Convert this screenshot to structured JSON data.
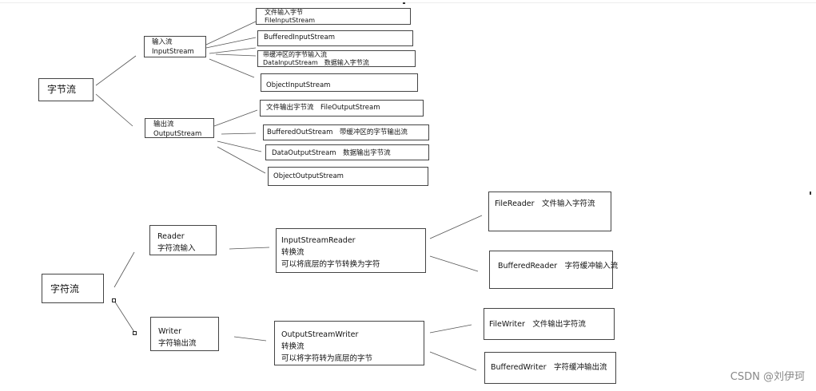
{
  "diagram": {
    "byte_stream": {
      "root": "字节流",
      "input": {
        "line1": "输入流",
        "line2": "InputStream"
      },
      "input_children": [
        {
          "line1": "文件输入字节",
          "line2": "FileInputStream"
        },
        {
          "line1": "BufferedInputStream"
        },
        {
          "line1": "带缓冲区的字节输入流",
          "line2": "DataInputStream　数据输入字节流"
        },
        {
          "line1": "ObjectInputStream"
        }
      ],
      "output": {
        "line1": "输出流",
        "line2": "OutputStream"
      },
      "output_children": [
        {
          "line1": "文件输出字节流　FileOutputStream"
        },
        {
          "line1": "BufferedOutStream　带缓冲区的字节输出流"
        },
        {
          "line1": "DataOutputStream　数据输出字节流"
        },
        {
          "line1": "ObjectOutputStream"
        }
      ]
    },
    "char_stream": {
      "root": "字符流",
      "reader": {
        "line1": "Reader",
        "line2": "字符流输入"
      },
      "reader_converter": {
        "line1": "InputStreamReader",
        "line2": "转换流",
        "line3": "可以将底层的字节转换为字符"
      },
      "reader_children": [
        {
          "line1": "FileReader　文件输入字符流"
        },
        {
          "line1": "BufferedReader　字符缓冲输入流"
        }
      ],
      "writer": {
        "line1": "Writer",
        "line2": "字符输出流"
      },
      "writer_converter": {
        "line1": "OutputStreamWriter",
        "line2": "转换流",
        "line3": "可以将字符转为底层的字节"
      },
      "writer_children": [
        {
          "line1": "FileWriter　文件输出字符流"
        },
        {
          "line1": "BufferedWriter　字符缓冲输出流"
        }
      ]
    }
  },
  "watermark": "CSDN @刘伊珂"
}
